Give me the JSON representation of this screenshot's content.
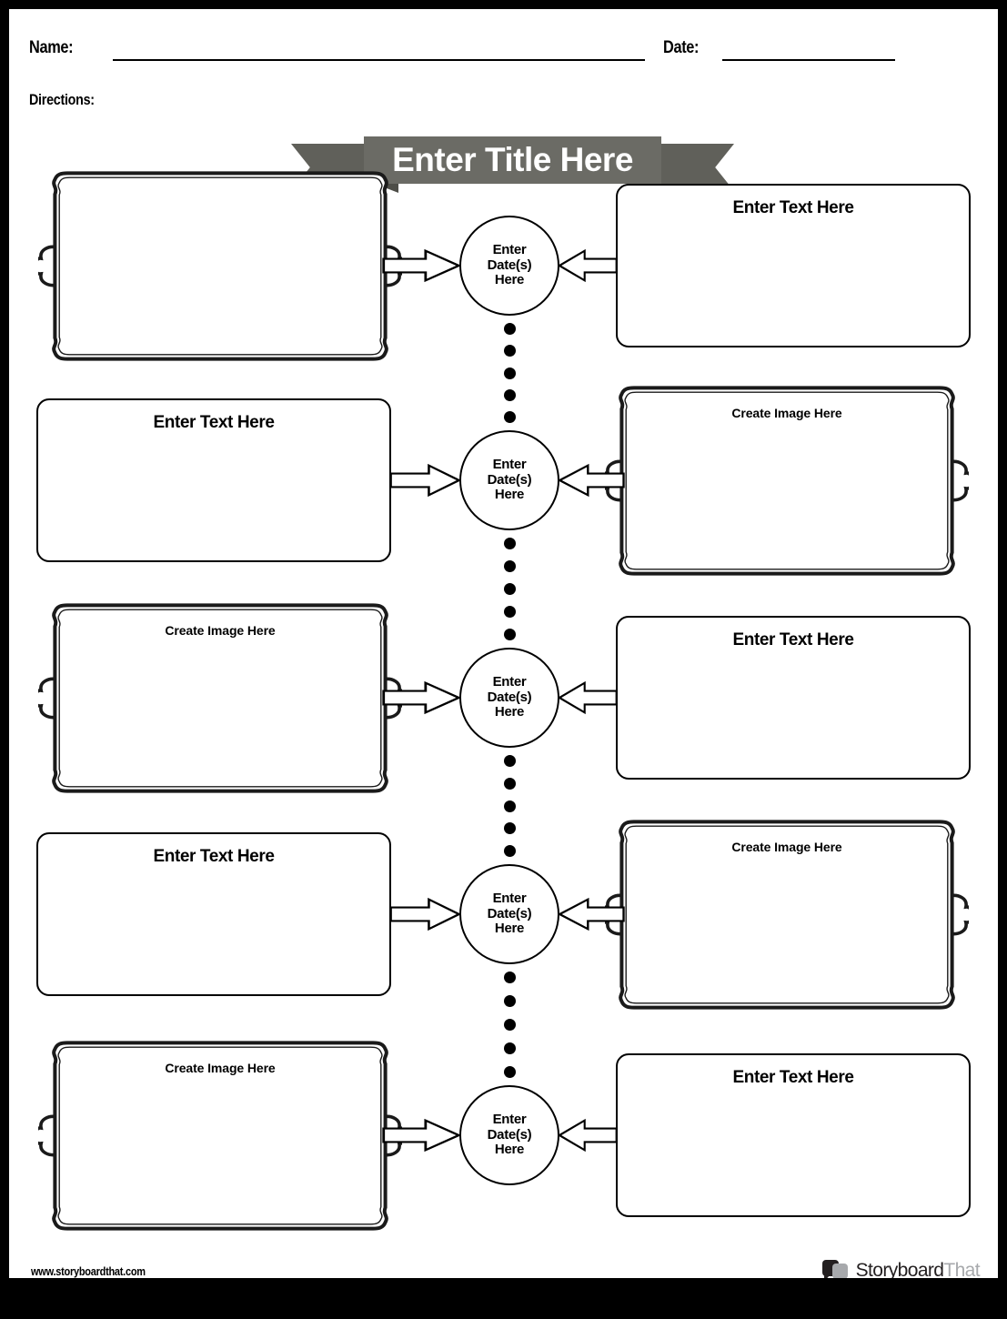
{
  "header": {
    "name_label": "Name:",
    "date_label": "Date:",
    "directions_label": "Directions:"
  },
  "banner": {
    "title": "Enter Title Here",
    "band_color": "#6b6b65",
    "tail_color": "#60605a",
    "fold_color": "#4e4e48",
    "title_color": "#ffffff"
  },
  "labels": {
    "text_placeholder": "Enter Text Here",
    "image_placeholder": "Create Image Here",
    "date_placeholder": "Enter\nDate(s)\nHere"
  },
  "rows": [
    {
      "left": {
        "kind": "ornate",
        "label": ""
      },
      "node": {
        "line1": "Enter",
        "line2": "Date(s)",
        "line3": "Here"
      },
      "right": {
        "kind": "plain",
        "label": "Enter Text Here",
        "size": "text"
      }
    },
    {
      "left": {
        "kind": "plain",
        "label": "Enter Text Here",
        "size": "text"
      },
      "node": {
        "line1": "Enter",
        "line2": "Date(s)",
        "line3": "Here"
      },
      "right": {
        "kind": "ornate",
        "label": "Create Image Here",
        "size": "image"
      }
    },
    {
      "left": {
        "kind": "ornate",
        "label": "Create Image Here",
        "size": "image"
      },
      "node": {
        "line1": "Enter",
        "line2": "Date(s)",
        "line3": "Here"
      },
      "right": {
        "kind": "plain",
        "label": "Enter Text Here",
        "size": "text"
      }
    },
    {
      "left": {
        "kind": "plain",
        "label": "Enter Text Here",
        "size": "text"
      },
      "node": {
        "line1": "Enter",
        "line2": "Date(s)",
        "line3": "Here"
      },
      "right": {
        "kind": "ornate",
        "label": "Create Image Here",
        "size": "image"
      }
    },
    {
      "left": {
        "kind": "ornate",
        "label": "Create Image Here",
        "size": "image"
      },
      "node": {
        "line1": "Enter",
        "line2": "Date(s)",
        "line3": "Here"
      },
      "right": {
        "kind": "plain",
        "label": "Enter Text Here",
        "size": "text"
      }
    }
  ],
  "connector": {
    "dot_count": 5,
    "dot_color": "#000000"
  },
  "footer": {
    "url": "www.storyboardthat.com",
    "logo_primary": "Storyboard",
    "logo_secondary": "That",
    "logo_primary_color": "#231f20",
    "logo_secondary_color": "#a7a9ac"
  }
}
